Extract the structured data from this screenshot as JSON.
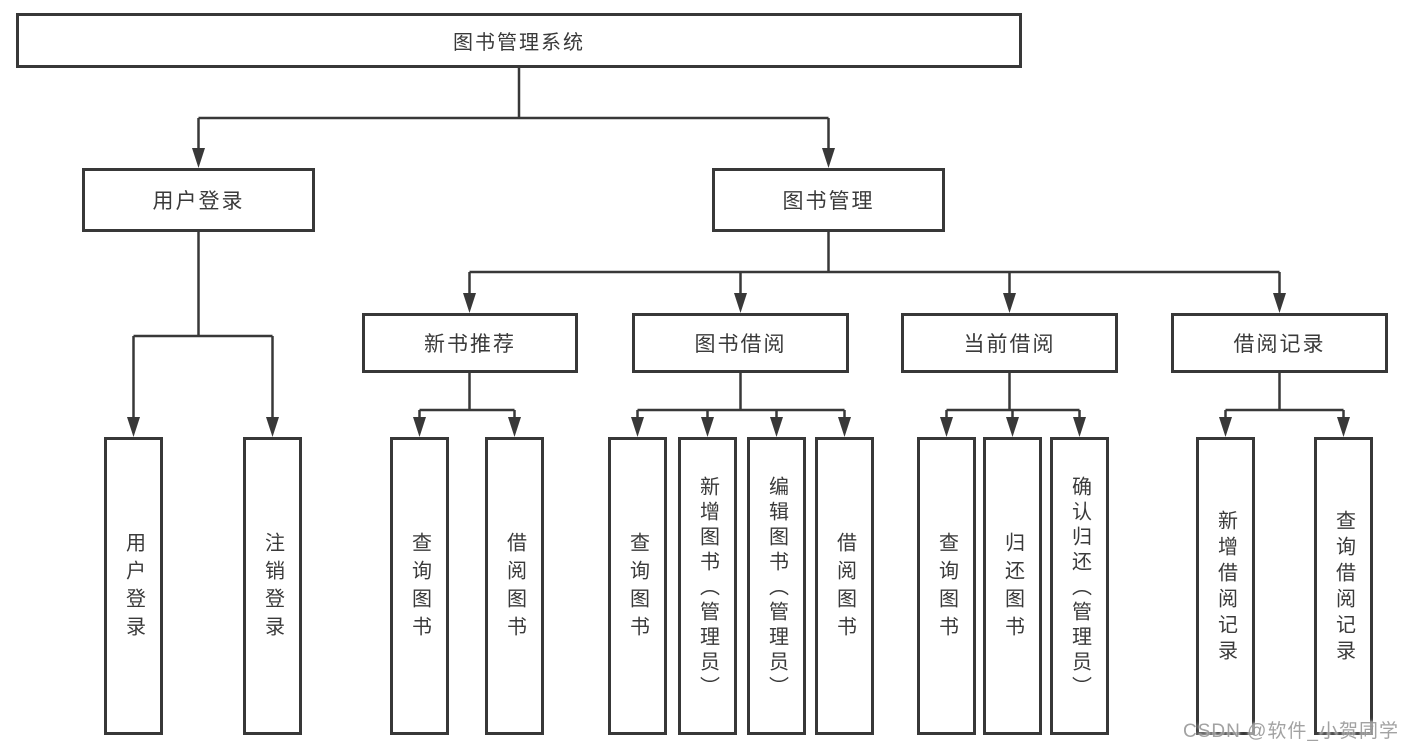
{
  "diagram": {
    "root": {
      "label": "图书管理系统"
    },
    "branches": [
      {
        "label": "用户登录",
        "children": [
          {
            "label": "用户登录"
          },
          {
            "label": "注销登录"
          }
        ]
      },
      {
        "label": "图书管理",
        "children": [
          {
            "label": "新书推荐",
            "children": [
              {
                "label": "查询图书"
              },
              {
                "label": "借阅图书"
              }
            ]
          },
          {
            "label": "图书借阅",
            "children": [
              {
                "label": "查询图书"
              },
              {
                "label": "新增图书（管理员）"
              },
              {
                "label": "编辑图书（管理员）"
              },
              {
                "label": "借阅图书"
              }
            ]
          },
          {
            "label": "当前借阅",
            "children": [
              {
                "label": "查询图书"
              },
              {
                "label": "归还图书"
              },
              {
                "label": "确认归还（管理员）"
              }
            ]
          },
          {
            "label": "借阅记录",
            "children": [
              {
                "label": "新增借阅记录"
              },
              {
                "label": "查询借阅记录"
              }
            ]
          }
        ]
      }
    ]
  },
  "watermark": {
    "text": "CSDN @软件_小贺同学"
  },
  "colors": {
    "line": "#383838",
    "border": "#383838",
    "text": "#3a3a3a",
    "watermark": "#9b9b9b",
    "background": "#ffffff"
  }
}
